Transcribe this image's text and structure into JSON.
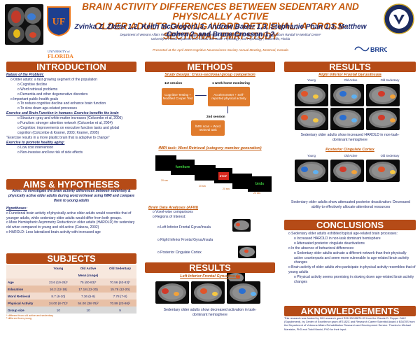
{
  "header": {
    "title_line1": "BRAIN ACTIVITY DIFFERENCES BETWEEN SEDENTARY AND PHYSICALLY ACTIVE",
    "title_line2": "OLDER ADULTS DURING WORD RETRIEVAL: A CROSS-SECTIONAL FMRI STUDY",
    "authors": "Zvinka Z. Zlatar 1,2, Keith McGregor1,3, Andrew Bauer 1,3, Stephanie Phan 1,3, Matthew Cohen 2, and Bruce Crosson 1,2",
    "affiliation1": "Department of Veterans Affairs Rehabilitation Research and Development Brain Rehabilitation Research Center at the Malcom Randall VA Medical Center¹",
    "affiliation2": "University of Florida Departments of Clinical and Health Psychology², and Psychology³, Gainesville, Florida",
    "presented": "Presented at the April 2010 Cognitive Neuroscience Society Annual Meeting, Montreal, Canada",
    "uf_small_line1": "UNIVERSITY of",
    "uf_small_line2": "FLORIDA",
    "uf_logo_text": "UF",
    "brrc_logo_text": "BRRC"
  },
  "introduction": {
    "heading": "INTRODUCTION",
    "lines": [
      {
        "cls": "h",
        "text": "Nature of the Problem:"
      },
      {
        "cls": "l1",
        "text": "o  Older adults: a fast growing segment of the population"
      },
      {
        "cls": "l2",
        "text": "o  Cognitive decline"
      },
      {
        "cls": "l2",
        "text": "o  Word retrieval problems"
      },
      {
        "cls": "l2",
        "text": "o  Dementia and other degenerative disorders"
      },
      {
        "cls": "l1",
        "text": "o  Important public health goals"
      },
      {
        "cls": "l2",
        "text": "o  To reduce cognitive decline and enhance brain function"
      },
      {
        "cls": "l2",
        "text": "o  To slow down age-related processes"
      },
      {
        "cls": "h",
        "text": "Exercise and Brain Function in humans: Exercise benefits the brain"
      },
      {
        "cls": "l2",
        "text": "o  Structure: gray and white matter increases (Colcombe et al, 2006)"
      },
      {
        "cls": "l2",
        "text": "o  Function: stronger attention network (Colcombe et al, 2004)"
      },
      {
        "cls": "l2",
        "text": "o  Cognition: improvements on executive function tasks and global"
      },
      {
        "cls": "l2",
        "text": "    cognition (Colcombe & Kramer, 2003; Kramer, 2005)"
      },
      {
        "cls": "",
        "text": "\"Exercise results in a more plastic brain that is adaptive to change\""
      },
      {
        "cls": "h",
        "text": "Exercise to promote healthy aging:"
      },
      {
        "cls": "l2",
        "text": "o  Low cost intervention"
      },
      {
        "cls": "l2",
        "text": "o  Non-invasive and low risk of side effects"
      }
    ]
  },
  "aims": {
    "heading": "AIMS & HYPOTHESES",
    "aim_text": "Aims: To investigate the brain activity differences between sedentary & physically active older adults during word retrieval using fMRI and compare them to young adults",
    "hyp_heading": "Hypotheses:",
    "hyp_lines": [
      {
        "cls": "l1",
        "text": "o  Functional brain activity of physically active older adults would resemble that of younger adults, while sedentary older adults would differ from both groups."
      },
      {
        "cls": "l1",
        "text": "o  More Hemispheric Asymmetry Reduction in older adults (HAROLD) for sedentary old when compared to young and old active (Cabeza, 2002)"
      },
      {
        "cls": "l2",
        "text": "o  HAROLD: Less lateralized brain activity with increased age"
      }
    ]
  },
  "subjects": {
    "heading": "SUBJECTS",
    "columns": [
      "",
      "Young",
      "Old Active",
      "Old Sedentary"
    ],
    "mean_range": "Mean (range)",
    "rows": [
      [
        "Age",
        "23.6 (19-26)*",
        "75 (60-83)*",
        "70.56 (63-83)*"
      ],
      [
        "Education",
        "16.2 (12-18)",
        "17.18 (12-20)",
        "15.78 (12-20)"
      ],
      [
        "Word Retrieval",
        "8.7 (6-10)",
        "7.36 (5-9)",
        "7.78 (7-8)"
      ],
      [
        "Physical Activity",
        "24.00 (8-72)*",
        "54.00 (38-78)²",
        "70.89 (23-86)²"
      ],
      [
        "Group size",
        "10",
        "10",
        "9"
      ]
    ],
    "footnote1": "* different from old active and sedentary",
    "footnote2": "² different from young"
  },
  "methods": {
    "heading": "METHODS",
    "study_design_title": "Study Design: Cross-sectional group comparison",
    "session1": "1st session",
    "session_gap": "1 week home monitoring",
    "box_cog": "Cognitive Testing + Modified Cooper Test",
    "box_accel": "Accelerometer + Self-reported physical activity",
    "session2": "2nd session",
    "box_fmri": "fMRI scan + Word retrieval task",
    "task_title": "fMRI task: Word Retrieval (category member generation)",
    "task_words": [
      "furniture",
      "STOP",
      "birds"
    ],
    "task_times": [
      "20 sec",
      "20 sec",
      "20 sec",
      "20 sec"
    ],
    "analyses_title": "Brain Data Analyses (AFNI)",
    "analyses_lines": [
      "o  Voxel-wise comparisons",
      "o  Regions of Interest:"
    ],
    "roi": [
      "o Left Inferior Frontal Gyrus/Insula",
      "o Right Inferior Frontal Gyrus/Insula",
      "o Posterior Cingulate Cortex"
    ]
  },
  "results_mid": {
    "heading": "RESULTS",
    "subtitle": "Left Inferior Frontal Gyrus/Insula",
    "caption": "Sedentary older adults show decreased activation in task-dominant hemisphere"
  },
  "results_right": {
    "heading": "RESULTS",
    "subtitle1": "Right Inferior Frontal Gyrus/Insula",
    "columns": [
      "Young",
      "Old Active",
      "Old Sedentary"
    ],
    "caption1": "Sedentary older adults show increased HAROLD in non-task-dominant hemisphere",
    "subtitle2": "Posterior Cingulate Cortex",
    "caption2": "Sedentary older adults show attenuated posterior deactivation: Decreased ability to effectively allocate attentional resources"
  },
  "conclusions": {
    "heading": "CONCLUSIONS",
    "lines": [
      {
        "cls": "l1",
        "text": "o  Sedentary older adults exhibited typical age-related brain processes:"
      },
      {
        "cls": "l2",
        "text": "o  Increased HAROLD in non-task dominant hemisphere"
      },
      {
        "cls": "l2",
        "text": "o  Attenuated posterior cingulate deactivations"
      },
      {
        "cls": "l1",
        "text": "o  In the absence of behavioral differences:"
      },
      {
        "cls": "l2",
        "text": "o  Sedentary older adults activate a different network than their physically active counterparts and seem more vulnerable to age-related brain activity changes"
      },
      {
        "cls": "l1",
        "text": "o  Brain activity of older adults who participate in physical activity resembles that of young adults"
      },
      {
        "cls": "l2",
        "text": "o  Physical activity seems promising in slowing down age-related brain activity changes"
      }
    ]
  },
  "acknowledgements": {
    "heading": "AKNOWLEDGEMENTS",
    "text": "This research was funded by NIH research grant R01HD043874-03 from the Claude D. Pepper OAIC (Supplement), by Center of Excellence grant #F2182C and Research Career Scientist Award # B3470S from the Department of Veterans Affairs Rehabilitation Research and Development Service. Thanks to Michael Marsiske, PhD and Todd Manini, PhD for their input."
  },
  "colors": {
    "accent": "#b54b17",
    "title": "#c55a0d",
    "text": "#1f2a6e"
  }
}
